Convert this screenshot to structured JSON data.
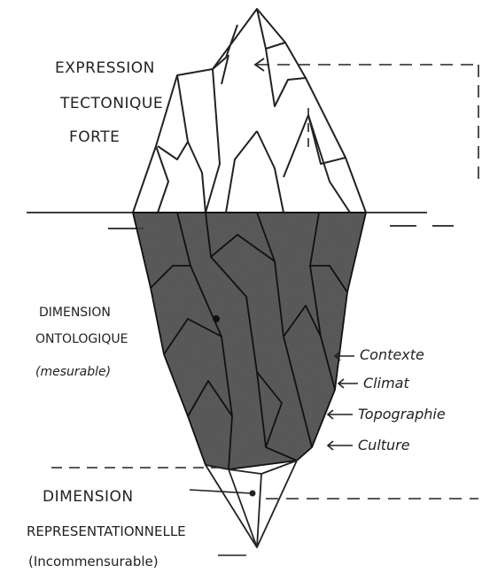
{
  "top_label": {
    "lines": [
      "EXPRESSION",
      "TECTONIQUE",
      "FORTE"
    ]
  },
  "middle_label": {
    "lines": [
      "DIMENSION",
      "ONTOLOGIQUE",
      "(mesurable)"
    ]
  },
  "bottom_label": {
    "lines": [
      "DIMENSION",
      "REPRESENTATIONNELLE",
      "(Incommensurable)"
    ]
  },
  "factors": [
    "Contexte",
    "Climat",
    "Topographie",
    "Culture"
  ],
  "colors": {
    "ink": "#222222",
    "paper": "#ffffff",
    "shading": "#3a3a3a"
  }
}
